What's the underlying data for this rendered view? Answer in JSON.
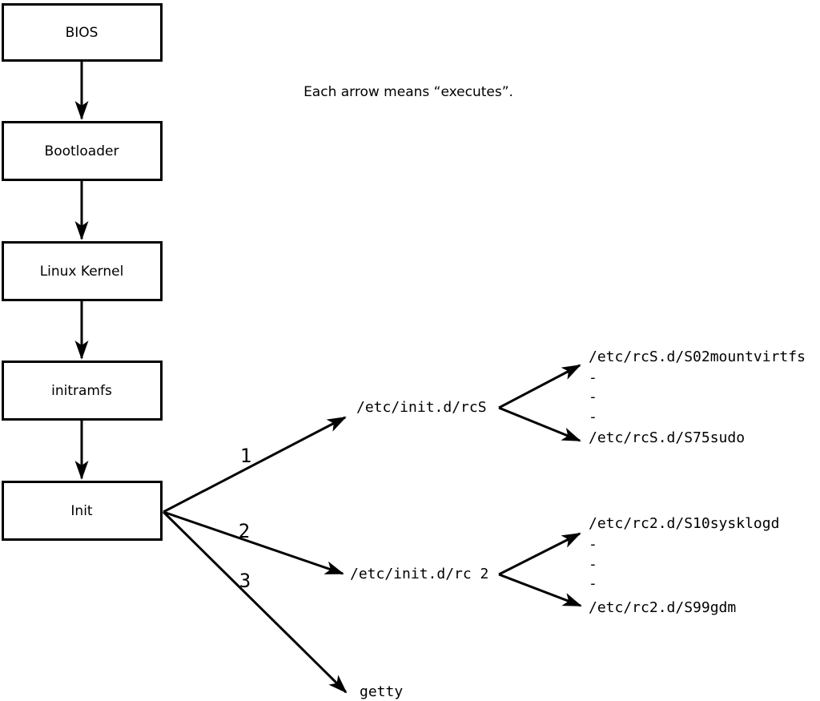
{
  "note": {
    "text": "Each arrow means “executes”."
  },
  "boxes": [
    {
      "label": "BIOS"
    },
    {
      "label": "Bootloader"
    },
    {
      "label": "Linux Kernel"
    },
    {
      "label": "initramfs"
    },
    {
      "label": "Init"
    }
  ],
  "branches": [
    {
      "number": "1",
      "target": "/etc/init.d/rcS",
      "children": [
        "/etc/rcS.d/S02mountvirtfs",
        "-",
        "-",
        "-",
        "/etc/rcS.d/S75sudo"
      ]
    },
    {
      "number": "2",
      "target": "/etc/init.d/rc 2",
      "children": [
        "/etc/rc2.d/S10sysklogd",
        "-",
        "-",
        "-",
        "/etc/rc2.d/S99gdm"
      ]
    },
    {
      "number": "3",
      "target": "getty"
    }
  ],
  "colors": {
    "line": "#000000",
    "background": "#ffffff"
  }
}
